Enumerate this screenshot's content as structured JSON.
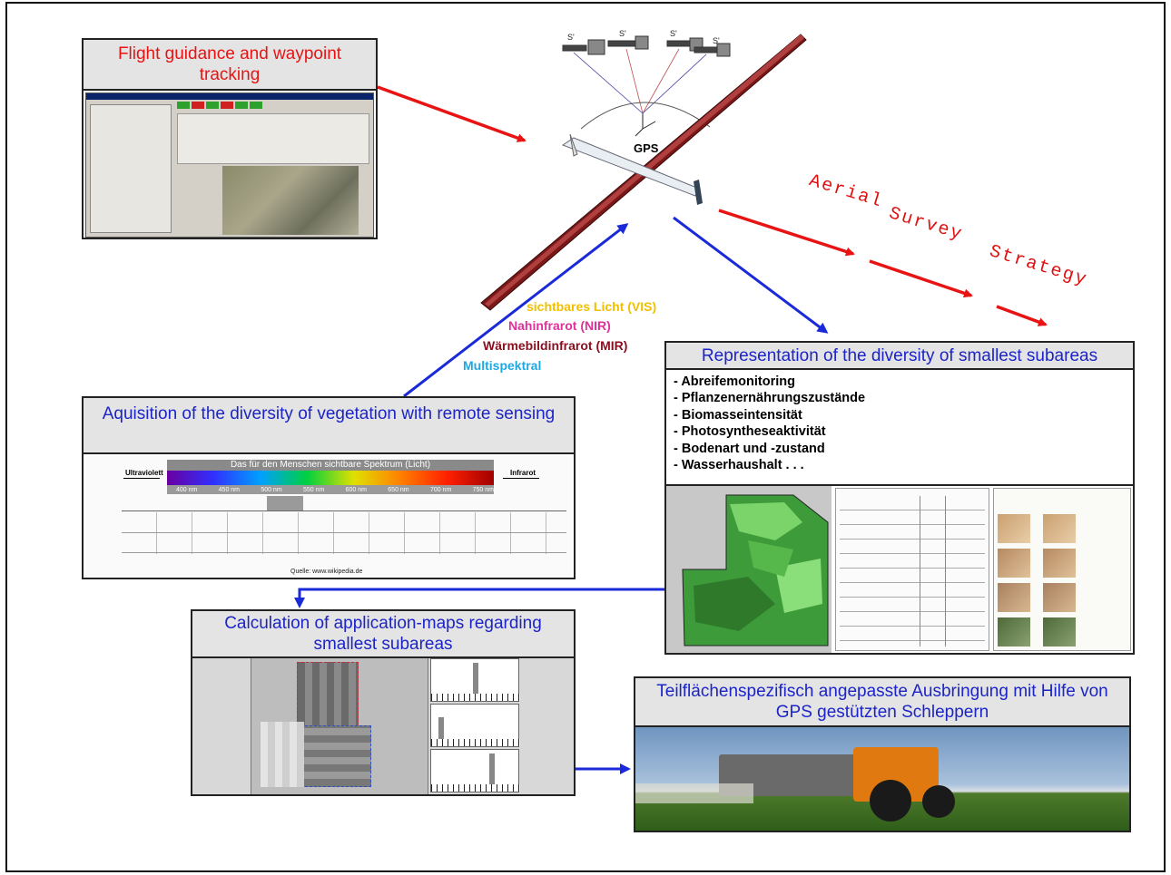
{
  "boxes": {
    "flight": {
      "title": "Flight guidance and waypoint tracking"
    },
    "aquisition": {
      "title": "Aquisition of the diversity of vegetation with remote sensing"
    },
    "calculation": {
      "title": "Calculation of application-maps regarding smallest subareas"
    },
    "representation": {
      "title": "Representation of the diversity of smallest subareas",
      "items": [
        "- Abreifemonitoring",
        "- Pflanzenernährungszustände",
        "- Biomasseintensität",
        "- Photosyntheseaktivität",
        "- Bodenart und -zustand",
        "- Wasserhaushalt . . ."
      ]
    },
    "tractor": {
      "title": "Teilflächenspezifisch angepasste Ausbringung mit Hilfe von GPS gestützten Schleppern"
    }
  },
  "drone": {
    "gps_label": "GPS",
    "satellite_labels": [
      "S'",
      "S'",
      "S'",
      "S'"
    ]
  },
  "strategy_words": [
    "Aerial",
    "Survey",
    "Strategy"
  ],
  "bands": [
    {
      "text": "sichtbares Licht (VIS)",
      "color": "#f0c000"
    },
    {
      "text": "Nahinfrarot (NIR)",
      "color": "#e0309a"
    },
    {
      "text": "Wärmebildinfrarot (MIR)",
      "color": "#8a1020"
    },
    {
      "text": "Multispektral",
      "color": "#20a8e0"
    }
  ],
  "spectrum": {
    "heading": "Das für den Menschen sichtbare Spektrum (Licht)",
    "left": "Ultraviolett",
    "right": "Infrarot",
    "nm_ticks": [
      "400 nm",
      "450 nm",
      "500 nm",
      "550 nm",
      "600 nm",
      "650 nm",
      "700 nm",
      "750 nm"
    ],
    "source": "Quelle: www.wikipedia.de"
  },
  "colors": {
    "red_arrow": "#e81313",
    "blue_arrow": "#1a2ad8",
    "title_bg": "#e4e4e4"
  }
}
